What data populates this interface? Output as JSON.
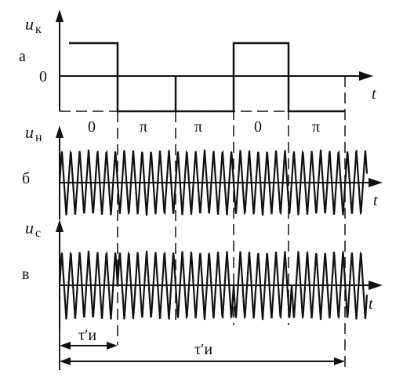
{
  "panels": {
    "a": {
      "row_label": "а",
      "axis_symbol": "u",
      "axis_subscript": "к",
      "zero_label": "0",
      "t_label": "t",
      "phase_labels": [
        "0",
        "π",
        "π",
        "0",
        "π"
      ]
    },
    "b": {
      "row_label": "б",
      "axis_symbol": "u",
      "axis_subscript": "н",
      "t_label": "t"
    },
    "c": {
      "row_label": "в",
      "axis_symbol": "u",
      "axis_subscript": "с",
      "t_label": "t"
    }
  },
  "dimensions": {
    "short_label": "τ′и",
    "long_label": "τ′и"
  },
  "signal": {
    "code_levels": [
      1,
      0,
      0,
      1,
      0
    ],
    "phases": [
      "0",
      "π",
      "π",
      "0",
      "π"
    ],
    "carrier_cycles_per_segment": 6.5
  }
}
